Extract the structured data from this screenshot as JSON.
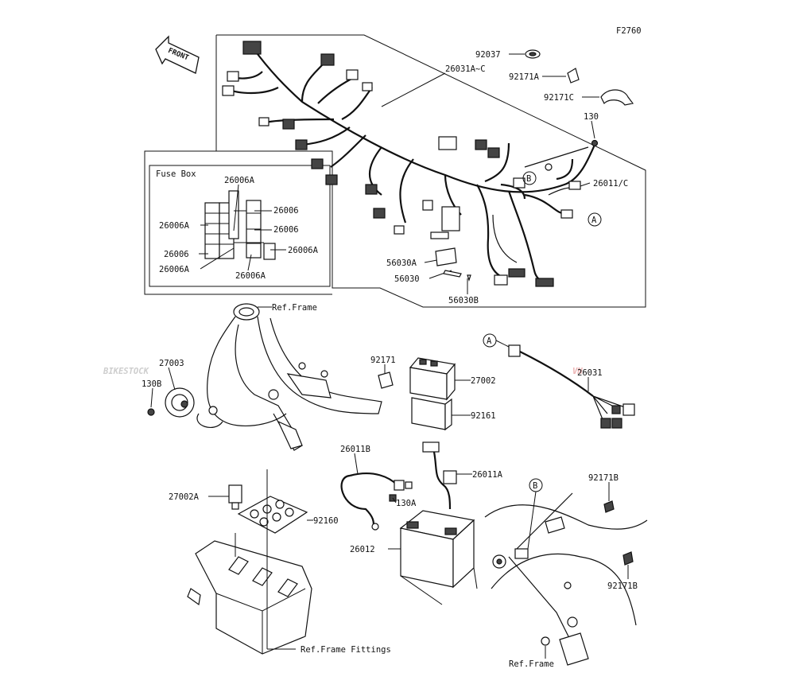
{
  "figure_id": "F2760",
  "front_arrow": "FRONT",
  "watermark": {
    "left": "BIKESTOCK",
    "right": "VN",
    "left_color": "#bdbdbd",
    "right_color": "#e8a0a0"
  },
  "fuse_box": {
    "title": "Fuse Box",
    "labels": [
      "26006A",
      "26006",
      "26006A",
      "26006",
      "26006",
      "26006A",
      "26006A",
      "26006A"
    ]
  },
  "callouts": {
    "n92037": "92037",
    "n26031a": "26031A~C",
    "n92171a": "92171A",
    "n92171c": "92171C",
    "n130": "130",
    "n26011c": "26011/C",
    "circle_a": "A",
    "circle_b": "B",
    "n56030a": "56030A",
    "n56030": "56030",
    "n56030b": "56030B",
    "ref_frame_top": "Ref.Frame",
    "n27003": "27003",
    "n130b": "130B",
    "n92171": "92171",
    "n27002": "27002",
    "n92161": "92161",
    "n26031": "26031",
    "n26011b": "26011B",
    "n26011a": "26011A",
    "n130a": "130A",
    "n27002a": "27002A",
    "n92160": "92160",
    "n26012": "26012",
    "n92171b_top": "92171B",
    "n92171b_bot": "92171B",
    "ref_frame_fittings": "Ref.Frame Fittings",
    "ref_frame_bottom": "Ref.Frame"
  }
}
